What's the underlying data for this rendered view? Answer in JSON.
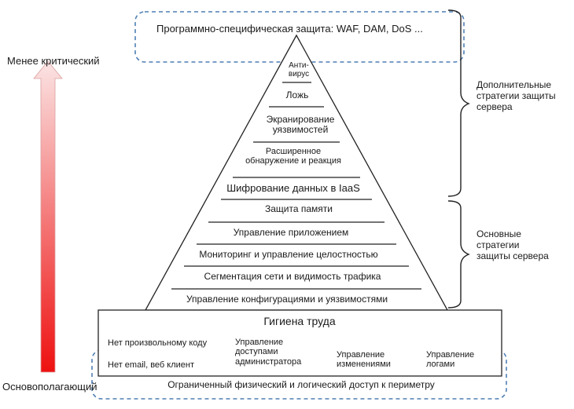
{
  "top_box": "Программно-специфическая защита: WAF, DAM, DoS ...",
  "left_axis": {
    "top_label": "Менее критический",
    "bottom_label": "Основополагающий"
  },
  "pyramid_layers": [
    "Анти-\nвирус",
    "Ложь",
    "Экранирование\nуязвимостей",
    "Расширенное\nобнаружение и реакция",
    "Шифрование данных в IaaS",
    "Защита памяти",
    "Управление приложением",
    "Мониторинг и управление целостностью",
    "Сегментация сети и видимость трафика",
    "Управление конфигурациями и уязвимостями"
  ],
  "braces": {
    "additional": "Дополнительные\nстратегии защиты\nсервера",
    "core": "Основные\nстратегии\nзащиты сервера"
  },
  "hygiene": {
    "title": "Гигиена труда",
    "items": [
      "Нет произвольному коду",
      "Нет email, веб клиент",
      "Управление\nдоступами\nадминистратора",
      "Управление\nизменениями",
      "Управление\nлогами"
    ]
  },
  "base_box": "Ограниченный физический и логический доступ к периметру",
  "colors": {
    "arrow_top": "#fbe4e4",
    "arrow_bottom": "#ee1111",
    "dashed_border": "#4f7fb3",
    "line": "#222222"
  }
}
